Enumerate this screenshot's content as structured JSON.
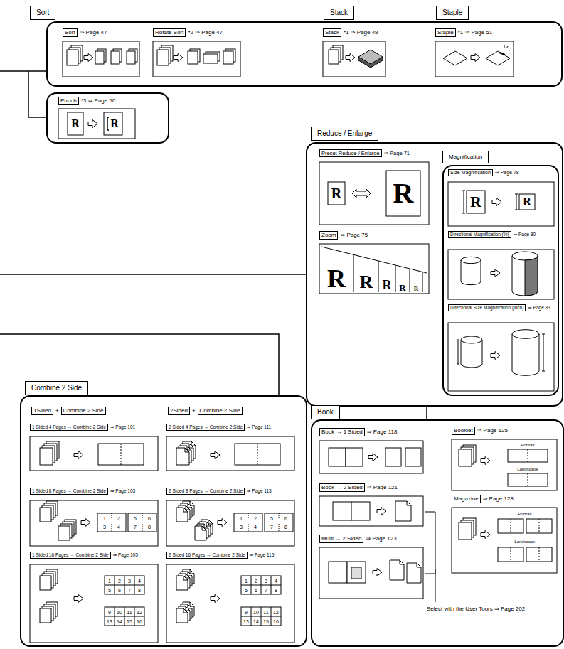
{
  "diagram": {
    "nodes": [
      {
        "text": [
          "Sort",
          "Stack",
          "Staple"
        ]
      },
      {
        "text": [
          "Sort",
          "⇒ Page 47"
        ],
        "in": 0
      },
      {
        "text": [
          "Rotate Sort",
          "*2 ⇒ Page 47"
        ],
        "in": 0
      },
      {
        "text": [
          "Stack",
          "*1 ⇒ Page 49"
        ],
        "in": 0
      },
      {
        "text": [
          "Staple",
          "*1 ⇒ Page 51"
        ],
        "in": 0
      },
      {
        "text": [
          "Punch",
          "*3 ⇒ Page 56"
        ]
      },
      {
        "text": [
          "Reduce / Enlarge"
        ]
      },
      {
        "text": [
          "Preset Reduce / Enlarge",
          "⇒ Page 71"
        ],
        "in": 6
      },
      {
        "text": [
          "Zoom",
          "⇒ Page 75"
        ],
        "in": 6
      },
      {
        "text": [
          "Magnification"
        ],
        "in": 6
      },
      {
        "text": [
          "Size Magnification",
          "⇒ Page 78"
        ],
        "in": 9
      },
      {
        "text": [
          "Directional Magnification (%)",
          "⇒ Page 80"
        ],
        "in": 9
      },
      {
        "text": [
          "Directional Size Magnification (inch)",
          "⇒ Page 83"
        ],
        "in": 9
      },
      {
        "text": [
          "Combine 2 Side"
        ]
      },
      {
        "text": [
          "1Sided",
          "+",
          "Combine 2 Side"
        ],
        "in": 13
      },
      {
        "text": [
          "2Sided",
          "+",
          "Combine 2 Side"
        ],
        "in": 13
      },
      {
        "text": [
          "1 Sided 4 Pages → Combine 2 Side",
          "⇒ Page 101"
        ],
        "in": 13
      },
      {
        "text": [
          "2 Sided 4 Pages → Combine 2 Side",
          "⇒ Page 111"
        ],
        "in": 13
      },
      {
        "text": [
          "1 Sided 8 Pages → Combine 2 Side",
          "⇒ Page 103"
        ],
        "in": 13
      },
      {
        "text": [
          "2 Sided 8 Pages → Combine 2 Side",
          "⇒ Page 113"
        ],
        "in": 13
      },
      {
        "text": [
          "1 Sided 16 Pages → Combine 2 Side",
          "⇒ Page 105"
        ],
        "in": 13
      },
      {
        "text": [
          "2 Sided 16 Pages → Combine 2 Side",
          "⇒ Page 115"
        ],
        "in": 13
      },
      {
        "text": [
          "Book"
        ]
      },
      {
        "text": [
          "Book → 1 Sided",
          "⇒ Page 118"
        ],
        "in": 22
      },
      {
        "text": [
          "Booklet",
          "⇒ Page 125"
        ],
        "in": 22
      },
      {
        "text": [
          "Book → 2 Sided",
          "⇒ Page 121"
        ],
        "in": 22
      },
      {
        "text": [
          "Magazine",
          "⇒ Page 128"
        ],
        "in": 22
      },
      {
        "text": [
          "Multi → 2 Sided",
          "⇒ Page 123"
        ],
        "in": 22
      }
    ],
    "edges": [
      {
        "from": 25,
        "to": 27,
        "arrow": "none"
      }
    ],
    "labels": [
      "R",
      "R",
      "R",
      "R",
      "R",
      "R",
      "R",
      "R",
      "R",
      "R",
      "R",
      "1",
      "2",
      "3",
      "4",
      "5",
      "6",
      "7",
      "8",
      "1",
      "2",
      "3",
      "4",
      "5",
      "6",
      "7",
      "8",
      "1",
      "2",
      "3",
      "4",
      "5",
      "6",
      "7",
      "8",
      "9",
      "10",
      "11",
      "12",
      "13",
      "14",
      "15",
      "16",
      "1",
      "2",
      "3",
      "4",
      "5",
      "6",
      "7",
      "8",
      "9",
      "10",
      "11",
      "12",
      "13",
      "14",
      "15",
      "16",
      "Portrait",
      "Landscape",
      "Portrait",
      "Landscape",
      "Select with the User Toors ⇒ Page 202"
    ]
  }
}
